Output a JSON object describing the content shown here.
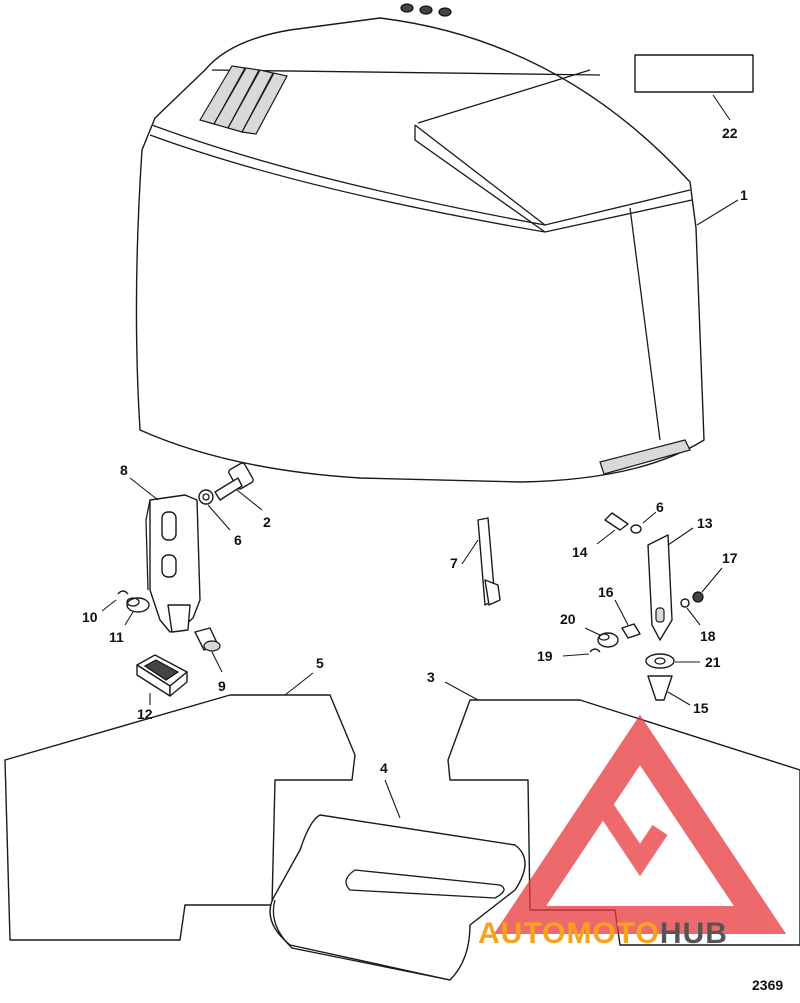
{
  "callouts": {
    "c1": "1",
    "c2": "2",
    "c3": "3",
    "c4": "4",
    "c5": "5",
    "c6a": "6",
    "c6b": "6",
    "c7": "7",
    "c8": "8",
    "c9": "9",
    "c10": "10",
    "c11": "11",
    "c12": "12",
    "c13": "13",
    "c14": "14",
    "c15": "15",
    "c16": "16",
    "c17": "17",
    "c18": "18",
    "c19": "19",
    "c20": "20",
    "c21": "21",
    "c22": "22"
  },
  "figure_number": "2369",
  "watermark": {
    "brand_part1": "AUTO",
    "brand_part2": "MOTO",
    "brand_part3": "HUB",
    "color_primary": "#f6a41c",
    "color_secondary": "#555555",
    "logo_color": "#e8383a"
  }
}
